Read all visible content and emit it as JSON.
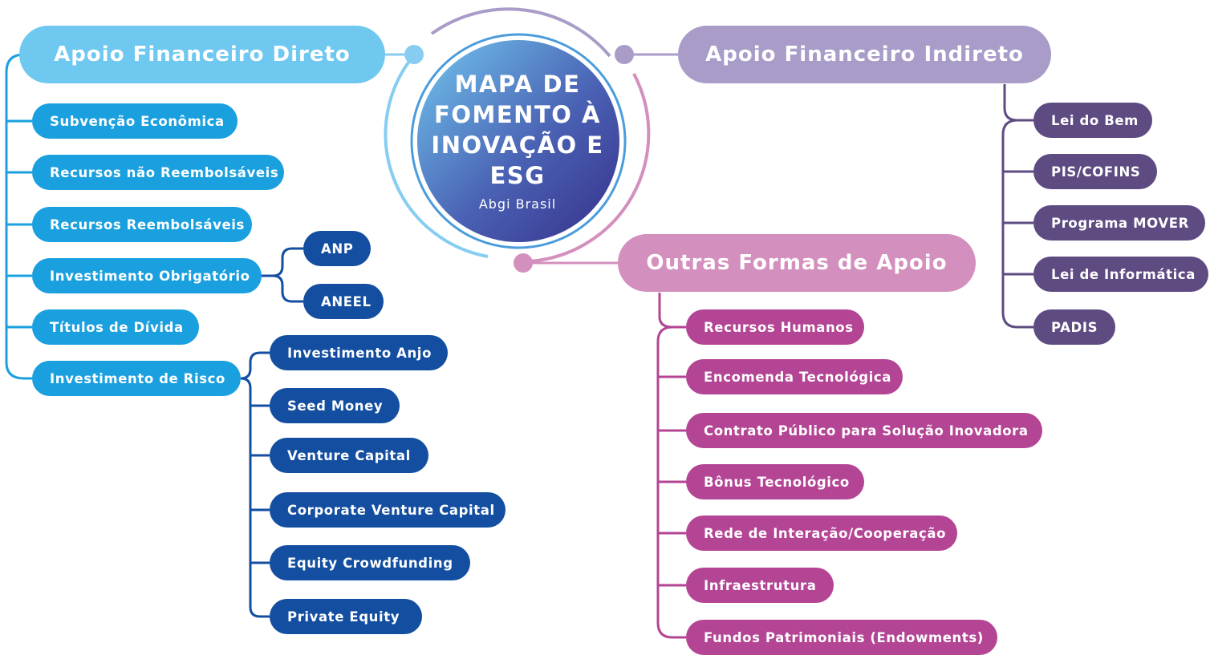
{
  "center": {
    "title": "MAPA DE FOMENTO À INOVAÇÃO E ESG",
    "subtitle": "Abgi Brasil"
  },
  "direct": {
    "title": "Apoio Financeiro Direto",
    "items": [
      "Subvenção Econômica",
      "Recursos não Reembolsáveis",
      "Recursos Reembolsáveis",
      "Investimento Obrigatório",
      "Títulos de Dívida",
      "Investimento de Risco"
    ],
    "obrigatorio_children": [
      "ANP",
      "ANEEL"
    ],
    "risco_children": [
      "Investimento Anjo",
      "Seed Money",
      "Venture Capital",
      "Corporate Venture Capital",
      "Equity Crowdfunding",
      "Private Equity"
    ]
  },
  "indirect": {
    "title": "Apoio Financeiro Indireto",
    "items": [
      "Lei do Bem",
      "PIS/COFINS",
      "Programa MOVER",
      "Lei de Informática",
      "PADIS"
    ]
  },
  "other": {
    "title": "Outras Formas de Apoio",
    "items": [
      "Recursos Humanos",
      "Encomenda Tecnológica",
      "Contrato Público para Solução Inovadora",
      "Bônus Tecnológico",
      "Rede de Interação/Cooperação",
      "Infraestrutura",
      "Fundos Patrimoniais (Endowments)"
    ]
  },
  "colors": {
    "direct_header": "#6fc8f0",
    "direct_item": "#1aa0df",
    "direct_sub": "#134ea0",
    "indirect_header": "#a99cc9",
    "indirect_item": "#5e4b82",
    "other_header": "#d38fbd",
    "other_item": "#b44494",
    "center_gradient_start": "#6fc4ee",
    "center_gradient_end": "#3a3a90"
  }
}
